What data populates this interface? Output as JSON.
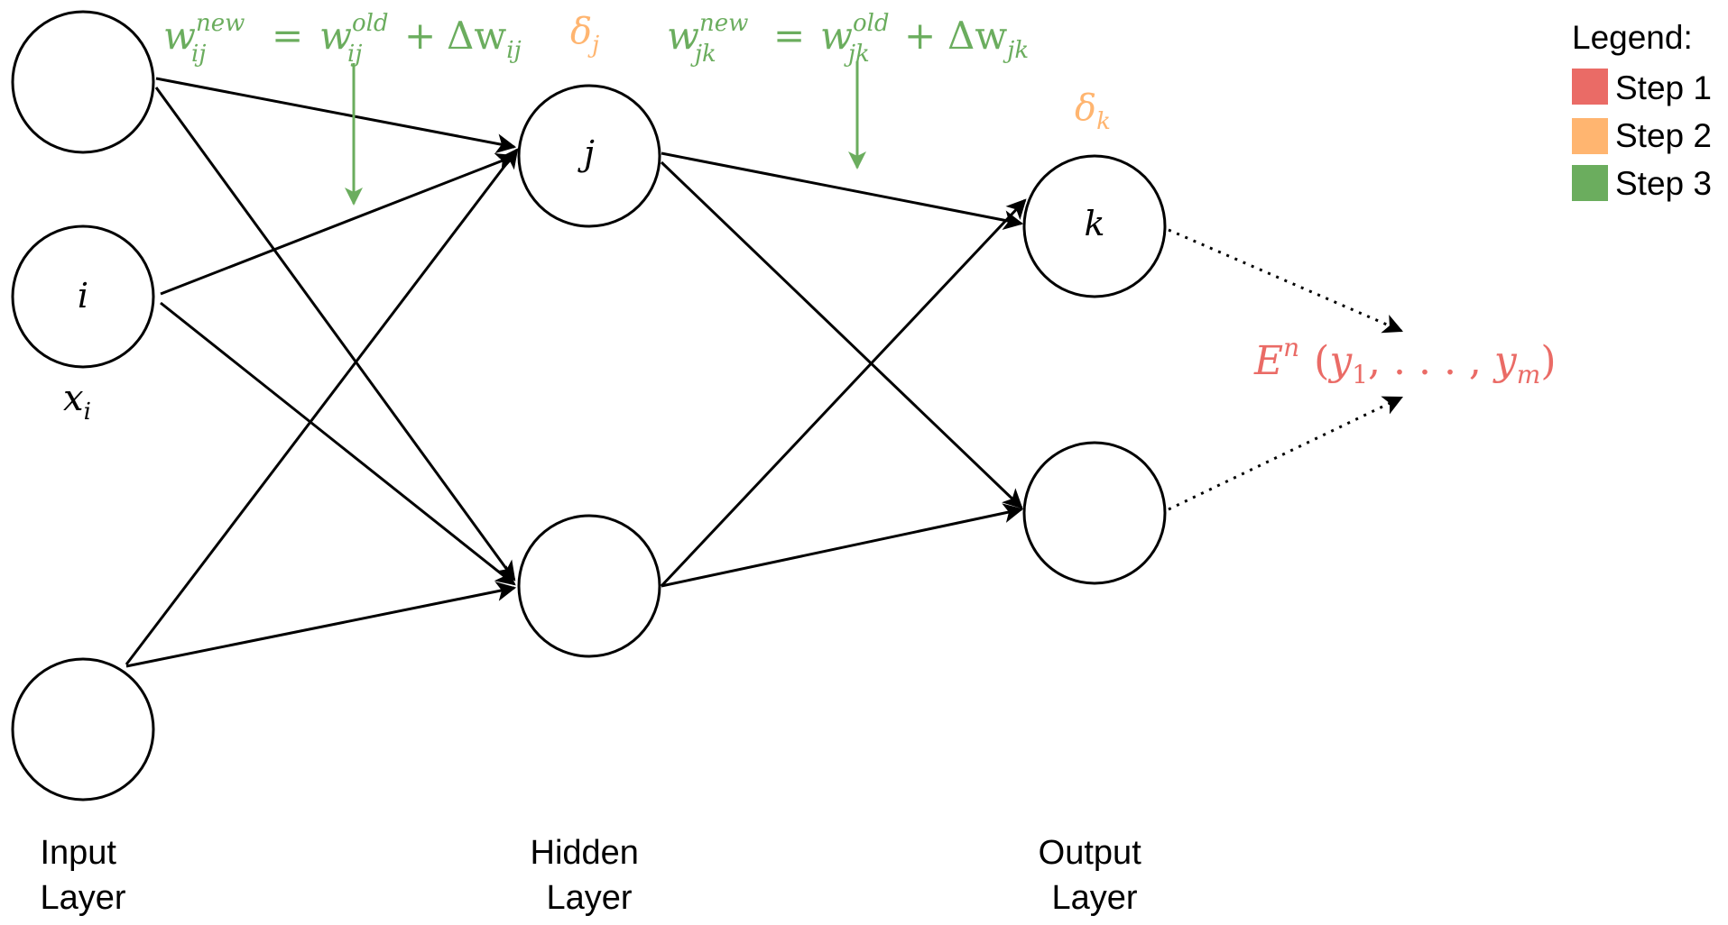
{
  "colors": {
    "step1": "#EA6B66",
    "step2": "#FFB570",
    "step3": "#6BAD5E",
    "stroke": "#000000"
  },
  "legend": {
    "title": "Legend:",
    "items": [
      {
        "label": "Step 1",
        "color": "#EA6B66"
      },
      {
        "label": "Step 2",
        "color": "#FFB570"
      },
      {
        "label": "Step 3",
        "color": "#6BAD5E"
      }
    ]
  },
  "layers": {
    "input": {
      "line1": "Input",
      "line2": "Layer"
    },
    "hidden": {
      "line1": "Hidden",
      "line2": "Layer"
    },
    "output": {
      "line1": "Output",
      "line2": "Layer"
    }
  },
  "nodes": {
    "input_i": "i",
    "input_i_value": "x",
    "input_i_value_sub": "i",
    "hidden_j": "j",
    "output_k": "k"
  },
  "formulas": {
    "w_ij": {
      "w": "w",
      "sup_new": "new",
      "sub": "ij",
      "eq": "=",
      "sup_old": "old",
      "plus": "+",
      "delta": "Δw",
      "delta_sub": "ij"
    },
    "w_jk": {
      "w": "w",
      "sup_new": "new",
      "sub": "jk",
      "eq": "=",
      "sup_old": "old",
      "plus": "+",
      "delta": "Δw",
      "delta_sub": "jk"
    },
    "delta_j": {
      "sym": "δ",
      "sub": "j"
    },
    "delta_k": {
      "sym": "δ",
      "sub": "k"
    },
    "error": {
      "E": "E",
      "sup": "n",
      "open": "(",
      "y1": "y",
      "y1_sub": "1",
      "mid": ", . . . , ",
      "ym": "y",
      "ym_sub": "m",
      "close": ")"
    }
  }
}
